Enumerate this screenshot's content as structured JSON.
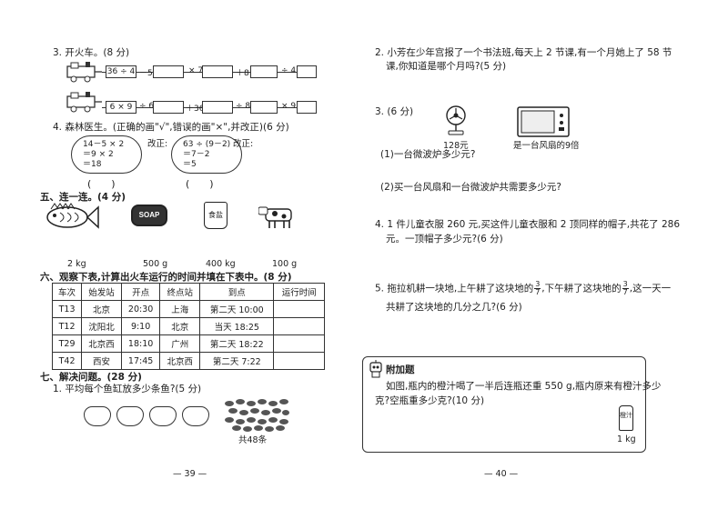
{
  "left": {
    "q3": {
      "title": "3. 开火车。(8 分)",
      "row1": [
        "36 ÷ 4",
        "－5",
        "",
        "× 7",
        "",
        "＋8",
        "",
        "÷ 4",
        ""
      ],
      "row2": [
        "6 × 9",
        "÷ 6",
        "",
        "＋36",
        "",
        "÷ 8",
        "",
        "× 9",
        ""
      ]
    },
    "q4": {
      "title": "4. 森林医生。(正确的画\"√\",错误的画\"×\",并改正)(6 分)",
      "cloud1": [
        "14－5 × 2",
        "＝9 × 2",
        "＝18"
      ],
      "cloud2": [
        "63 ÷ (9－2)",
        "＝7－2",
        "＝5"
      ],
      "fix_label": "改正:",
      "paren": "(　　)"
    },
    "sec5": {
      "title": "五、连一连。(4 分)",
      "soap": "SOAP",
      "flour": "食盐",
      "weights": [
        "2 kg",
        "500 g",
        "400 kg",
        "100 g"
      ]
    },
    "sec6": {
      "title": "六、观察下表,计算出火车运行的时间并填在下表中。(8 分)",
      "headers": [
        "车次",
        "始发站",
        "开点",
        "终点站",
        "到点",
        "运行时间"
      ],
      "rows": [
        [
          "T13",
          "北京",
          "20:30",
          "上海",
          "第二天 10:00",
          ""
        ],
        [
          "T12",
          "沈阳北",
          "9:10",
          "北京",
          "当天 18:25",
          ""
        ],
        [
          "T29",
          "北京西",
          "18:10",
          "广州",
          "第二天 18:22",
          ""
        ],
        [
          "T42",
          "西安",
          "17:45",
          "北京西",
          "第二天 7:22",
          ""
        ]
      ]
    },
    "sec7": {
      "title": "七、解决问题。(28 分)",
      "q1": "1. 平均每个鱼缸放多少条鱼?(5 分)",
      "fish_total": "共48条"
    },
    "page_no": "— 39 —"
  },
  "right": {
    "q2": {
      "line1": "2. 小芳在少年宫报了一个书法班,每天上 2 节课,有一个月她上了 58 节",
      "line2": "课,你知道是哪个月吗?(5 分)"
    },
    "q3": {
      "title": "3. (6 分)",
      "fan_price": "128元",
      "micro_label": "是一台风扇的9倍",
      "sub1": "(1)一台微波炉多少元?",
      "sub2": "(2)买一台风扇和一台微波炉共需要多少元?"
    },
    "q4": {
      "line1": "4. 1 件儿童衣服 260 元,买这件儿童衣服和 2 顶同样的帽子,共花了 286",
      "line2": "元。一顶帽子多少元?(6 分)"
    },
    "q5": {
      "line1a": "5. 拖拉机耕一块地,上午耕了这块地的",
      "f1n": "3",
      "f1d": "7",
      "line1b": ",下午耕了这块地的",
      "f2n": "3",
      "f2d": "7",
      "line1c": ",这一天一",
      "line2": "共耕了这块地的几分之几?(6 分)"
    },
    "bonus": {
      "title": "附加题",
      "line1": "如图,瓶内的橙汁喝了一半后连瓶还重 550 g,瓶内原来有橙汁多少",
      "line2": "克?空瓶重多少克?(10 分)",
      "bottle_label": "1 kg",
      "bottle_text": "橙汁"
    },
    "page_no": "— 40 —"
  }
}
